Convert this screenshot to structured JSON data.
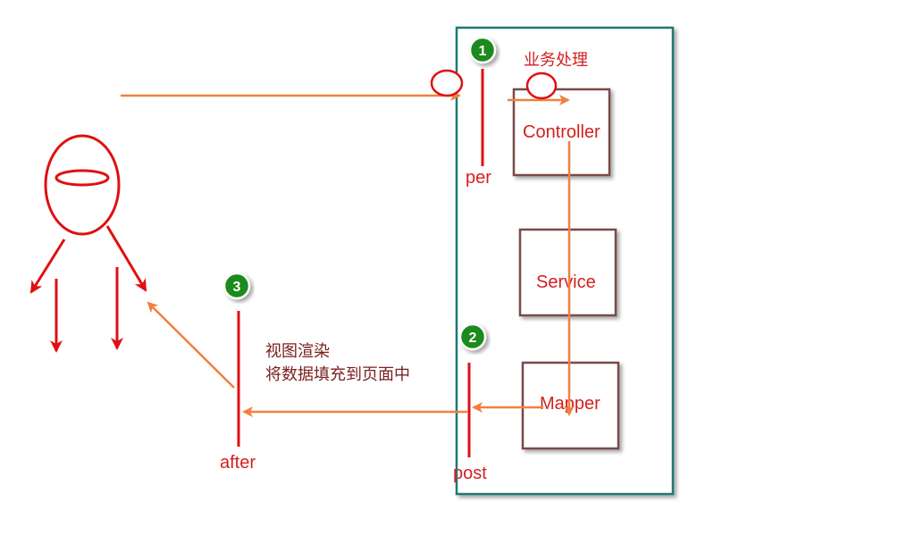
{
  "labels": {
    "business": "业务处理",
    "controller": "Controller",
    "service": "Service",
    "mapper": "Mapper",
    "per": "per",
    "post": "post",
    "after": "after",
    "render_line1": "视图渲染",
    "render_line2": "将数据填充到页面中"
  },
  "badges": [
    "1",
    "2",
    "3"
  ],
  "colors": {
    "flow_arrow": "#f08040",
    "red": "#e01010",
    "container_border": "#1f7a73",
    "box_border": "#7a4a4a",
    "badge_green": "#1a8a1a",
    "dark_text": "#7a1f1f"
  }
}
